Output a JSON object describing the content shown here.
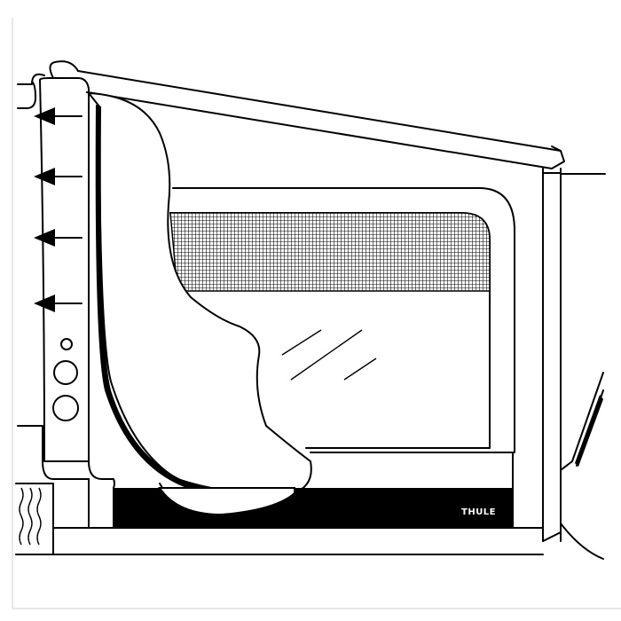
{
  "illustration": {
    "brand_logo": "THULE",
    "arrow_count": 4,
    "arrow_direction": "left",
    "colors": {
      "line": "#000000",
      "background": "#ffffff",
      "frame": "#d0d0d0",
      "logo_text": "#ffffff"
    }
  }
}
